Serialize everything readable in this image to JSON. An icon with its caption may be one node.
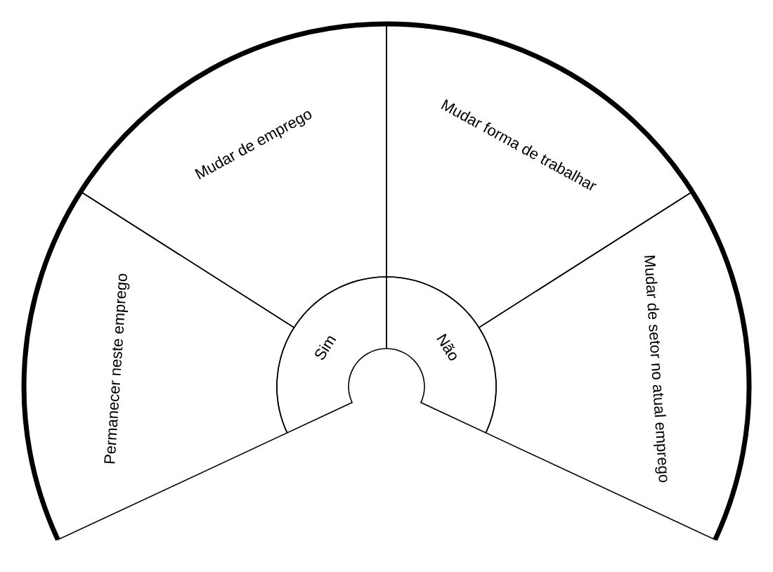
{
  "diagram": {
    "nodes": [
      {
        "text": [
          "Sim"
        ]
      },
      {
        "text": [
          "Não"
        ]
      },
      {
        "text": [
          "Permanecer neste emprego"
        ]
      },
      {
        "text": [
          "Mudar de emprego"
        ]
      },
      {
        "text": [
          "Mudar forma de trabalhar"
        ]
      },
      {
        "text": [
          "Mudar de setor no atual emprego"
        ]
      }
    ]
  }
}
